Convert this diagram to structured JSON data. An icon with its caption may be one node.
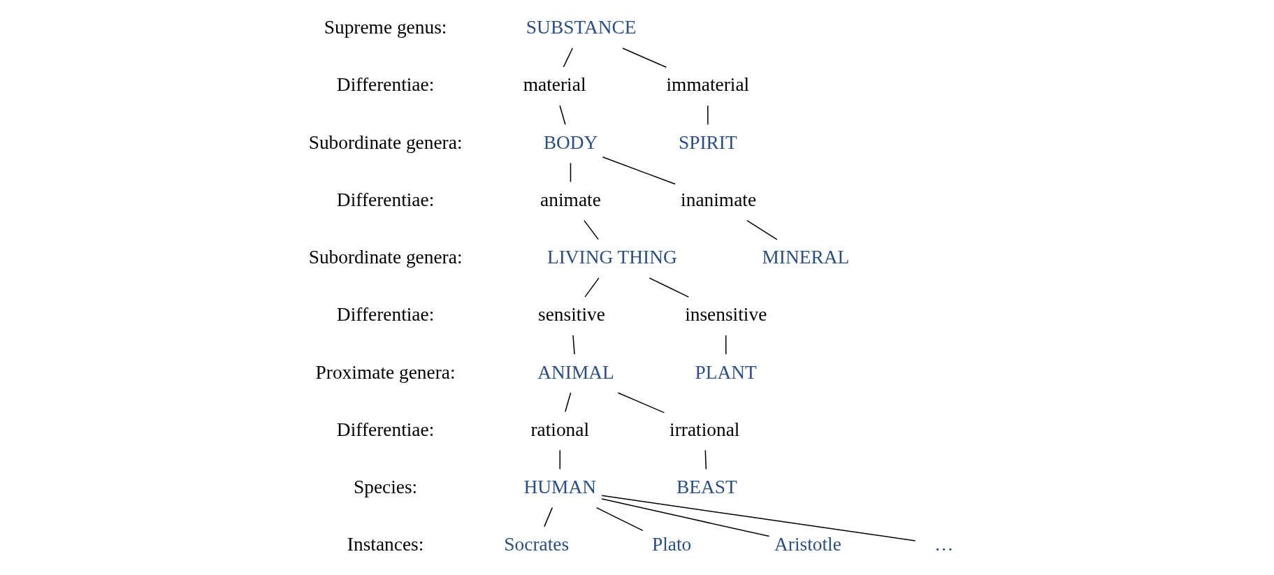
{
  "diagram": {
    "nodes": [
      {
        "text": [
          "SUBSTANCE"
        ]
      },
      {
        "text": [
          "material"
        ]
      },
      {
        "text": [
          "immaterial"
        ]
      },
      {
        "text": [
          "BODY"
        ]
      },
      {
        "text": [
          "SPIRIT"
        ]
      },
      {
        "text": [
          "animate"
        ]
      },
      {
        "text": [
          "inanimate"
        ]
      },
      {
        "text": [
          "LIVING THING"
        ]
      },
      {
        "text": [
          "MINERAL"
        ]
      },
      {
        "text": [
          "sensitive"
        ]
      },
      {
        "text": [
          "insensitive"
        ]
      },
      {
        "text": [
          "ANIMAL"
        ]
      },
      {
        "text": [
          "PLANT"
        ]
      },
      {
        "text": [
          "rational"
        ]
      },
      {
        "text": [
          "irrational"
        ]
      },
      {
        "text": [
          "HUMAN"
        ]
      },
      {
        "text": [
          "BEAST"
        ]
      },
      {
        "text": [
          "Socrates"
        ]
      },
      {
        "text": [
          "Plato"
        ]
      },
      {
        "text": [
          "Aristotle"
        ]
      },
      {
        "text": [
          "…"
        ]
      }
    ],
    "edges": [
      {
        "from": 0,
        "to": 1,
        "arrow": "none"
      },
      {
        "from": 0,
        "to": 2,
        "arrow": "none"
      },
      {
        "from": 1,
        "to": 3,
        "arrow": "none"
      },
      {
        "from": 2,
        "to": 4,
        "arrow": "none"
      },
      {
        "from": 3,
        "to": 5,
        "arrow": "none"
      },
      {
        "from": 3,
        "to": 6,
        "arrow": "none"
      },
      {
        "from": 5,
        "to": 7,
        "arrow": "none"
      },
      {
        "from": 6,
        "to": 8,
        "arrow": "none"
      },
      {
        "from": 7,
        "to": 9,
        "arrow": "none"
      },
      {
        "from": 7,
        "to": 10,
        "arrow": "none"
      },
      {
        "from": 9,
        "to": 11,
        "arrow": "none"
      },
      {
        "from": 10,
        "to": 12,
        "arrow": "none"
      },
      {
        "from": 11,
        "to": 13,
        "arrow": "none"
      },
      {
        "from": 11,
        "to": 14,
        "arrow": "none"
      },
      {
        "from": 13,
        "to": 15,
        "arrow": "none"
      },
      {
        "from": 14,
        "to": 16,
        "arrow": "none"
      },
      {
        "from": 15,
        "to": 17,
        "arrow": "none"
      },
      {
        "from": 15,
        "to": 18,
        "arrow": "none"
      },
      {
        "from": 15,
        "to": 19,
        "arrow": "none"
      },
      {
        "from": 15,
        "to": 20,
        "arrow": "none"
      }
    ],
    "labels": [
      "Supreme genus:",
      "Differentiae:",
      "Subordinate genera:",
      "Differentiae:",
      "Subordinate genera:",
      "Differentiae:",
      "Proximate genera:",
      "Differentiae:",
      "Species:",
      "Instances:"
    ]
  }
}
